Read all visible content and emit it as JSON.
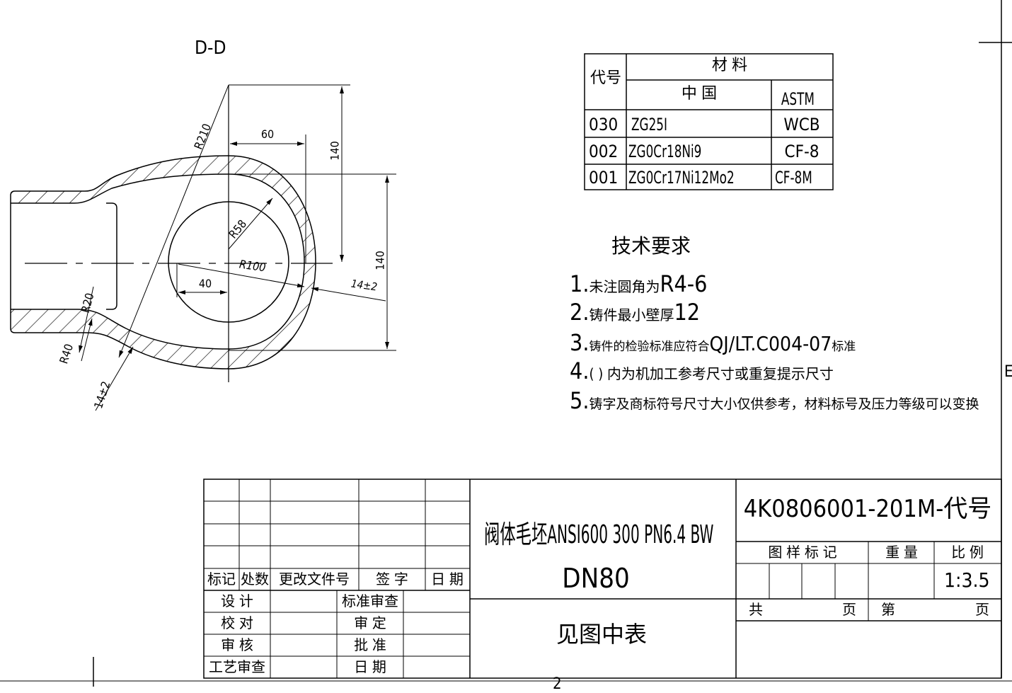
{
  "view": {
    "section_label": "D-D",
    "dims": {
      "r210": "R210",
      "d60": "60",
      "d140_top": "140",
      "d140_right": "140",
      "r58": "R58",
      "r100": "R100",
      "d40": "40",
      "t14_right": "14±2",
      "r20": "R20",
      "r40": "R40",
      "t14_left": "14±2"
    }
  },
  "materials": {
    "header_code": "代号",
    "header_material": "材        料",
    "header_china": "中     国",
    "header_astm": "ASTM",
    "rows": [
      {
        "code": "030",
        "china": "ZG25I",
        "astm": "WCB"
      },
      {
        "code": "002",
        "china": "ZG0Cr18Ni9",
        "astm": "CF-8"
      },
      {
        "code": "001",
        "china": "ZG0Cr17Ni12Mo2",
        "astm": "CF-8M"
      }
    ]
  },
  "requirements": {
    "title": "技术要求",
    "items": [
      {
        "num": "1.",
        "text": "未注圆角为",
        "tail": "R4-6"
      },
      {
        "num": "2.",
        "text": "铸件最小壁厚",
        "tail": "12"
      },
      {
        "num": "3.",
        "text": "铸件的检验标准应符合",
        "tail": "QJ/LT.C004-07",
        "end": "标准"
      },
      {
        "num": "4.",
        "text": "( ) 内为机加工参考尺寸或重复提示尺寸",
        "tail": ""
      },
      {
        "num": "5.",
        "text": "铸字及商标符号尺寸大小仅供参考，材料标号及压力等级可以变换",
        "tail": ""
      }
    ]
  },
  "title_block": {
    "rev_headers": [
      "标记",
      "处数",
      "更改文件号",
      "签    字",
      "日  期"
    ],
    "sign_left": [
      "设    计",
      "校    对",
      "审    核",
      "工艺审查"
    ],
    "sign_right": [
      "标准审查",
      "审    定",
      "批    准",
      "日    期"
    ],
    "part_name_line1": "阀体毛坯ANSI600 300 PN6.4 BW",
    "part_name_line2": "DN80",
    "material_note": "见图中表",
    "drawing_number": "4K0806001-201M-代号",
    "drawing_mark_label": "图 样 标 记",
    "weight_label": "重        量",
    "scale_label": "比      例",
    "scale_value": "1:3.5",
    "total_pages_label": "共",
    "page_unit": "页",
    "page_no_label": "第",
    "page_unit2": "页"
  },
  "border": {
    "zone_letter": "E",
    "zone_number": "2"
  }
}
